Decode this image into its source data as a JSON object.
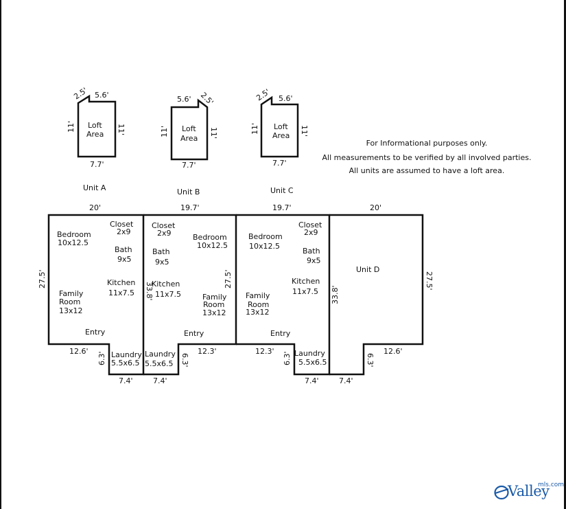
{
  "notes": [
    "For Informational purposes only.",
    "All measurements to be verified by all involved parties.",
    "All units are assumed to have a loft area."
  ],
  "lofts": [
    {
      "unit": "Unit A",
      "label1": "Loft",
      "label2": "Area",
      "top": "5.6'",
      "diag": "2.5'",
      "left": "11'",
      "right": "11'",
      "bottom": "7.7'"
    },
    {
      "unit": "Unit B",
      "label1": "Loft",
      "label2": "Area",
      "top": "5.6'",
      "diag": "2.5'",
      "left": "11'",
      "right": "11'",
      "bottom": "7.7'"
    },
    {
      "unit": "Unit C",
      "label1": "Loft",
      "label2": "Area",
      "top": "5.6'",
      "diag": "2.5'",
      "left": "11'",
      "right": "11'",
      "bottom": "7.7'"
    }
  ],
  "units": {
    "a": {
      "width": "20'",
      "depth": "27.5'",
      "front": "12.6'",
      "step": "6.3'",
      "laundry_width": "7.4'",
      "rooms": {
        "bedroom": [
          "Bedroom",
          "10x12.5"
        ],
        "closet": [
          "Closet",
          "2x9"
        ],
        "bath": [
          "Bath",
          "9x5"
        ],
        "kitchen": [
          "Kitchen",
          "11x7.5"
        ],
        "family": [
          "Family",
          "Room",
          "13x12"
        ],
        "entry": "Entry",
        "laundry": [
          "Laundry",
          "5.5x6.5"
        ]
      }
    },
    "b": {
      "width": "19.7'",
      "depth": "27.5'",
      "side": "33.8'",
      "front": "12.3'",
      "step": "6.3'",
      "laundry_width": "7.4'",
      "rooms": {
        "bedroom": [
          "Bedroom",
          "10x12.5"
        ],
        "closet": [
          "Closet",
          "2x9"
        ],
        "bath": [
          "Bath",
          "9x5"
        ],
        "kitchen": [
          "Kitchen",
          "11x7.5"
        ],
        "family": [
          "Family",
          "Room",
          "13x12"
        ],
        "entry": "Entry",
        "laundry": [
          "Laundry",
          "5.5x6.5"
        ]
      }
    },
    "c": {
      "width": "19.7'",
      "front": "12.3'",
      "step": "6.3'",
      "laundry_width": "7.4'",
      "rooms": {
        "bedroom": [
          "Bedroom",
          "10x12.5"
        ],
        "closet": [
          "Closet",
          "2x9"
        ],
        "bath": [
          "Bath",
          "9x5"
        ],
        "kitchen": [
          "Kitchen",
          "11x7.5"
        ],
        "family": [
          "Family",
          "Room",
          "13x12"
        ],
        "entry": "Entry",
        "laundry": [
          "Laundry",
          "5.5x6.5"
        ]
      }
    },
    "d": {
      "label": "Unit D",
      "width": "20'",
      "depth": "27.5'",
      "side": "33.8'",
      "front": "12.6'",
      "step": "6.3'",
      "laundry_width": "7.4'"
    }
  },
  "logo": {
    "text": "Valley",
    "sup": "mls.com",
    "color": "#1a5aa8"
  }
}
